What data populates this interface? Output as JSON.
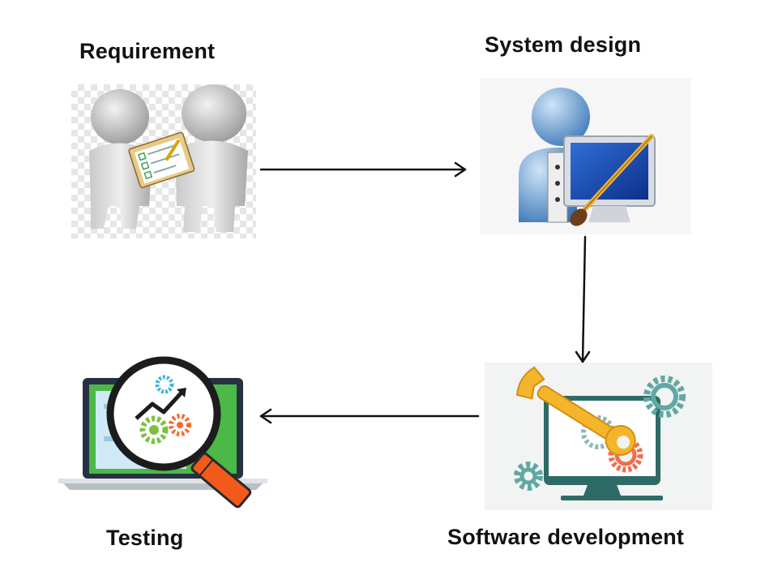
{
  "stages": {
    "requirement": {
      "label": "Requirement",
      "icon": "two-people-checklist-icon"
    },
    "system_design": {
      "label": "System design",
      "icon": "user-monitor-paintbrush-icon"
    },
    "software_development": {
      "label": "Software development",
      "icon": "monitor-wrench-gears-icon"
    },
    "testing": {
      "label": "Testing",
      "icon": "laptop-magnifier-gears-icon"
    }
  },
  "flow": [
    "requirement",
    "system_design",
    "software_development",
    "testing"
  ],
  "colors": {
    "arrow": "#111111",
    "wrench": "#f4b52b",
    "gear_teal": "#5fa8a3",
    "gear_coral": "#f36b4e",
    "monitor_blue": "#1c4fb8",
    "magnifier_handle": "#f25a1c",
    "laptop_green": "#4bb848"
  }
}
